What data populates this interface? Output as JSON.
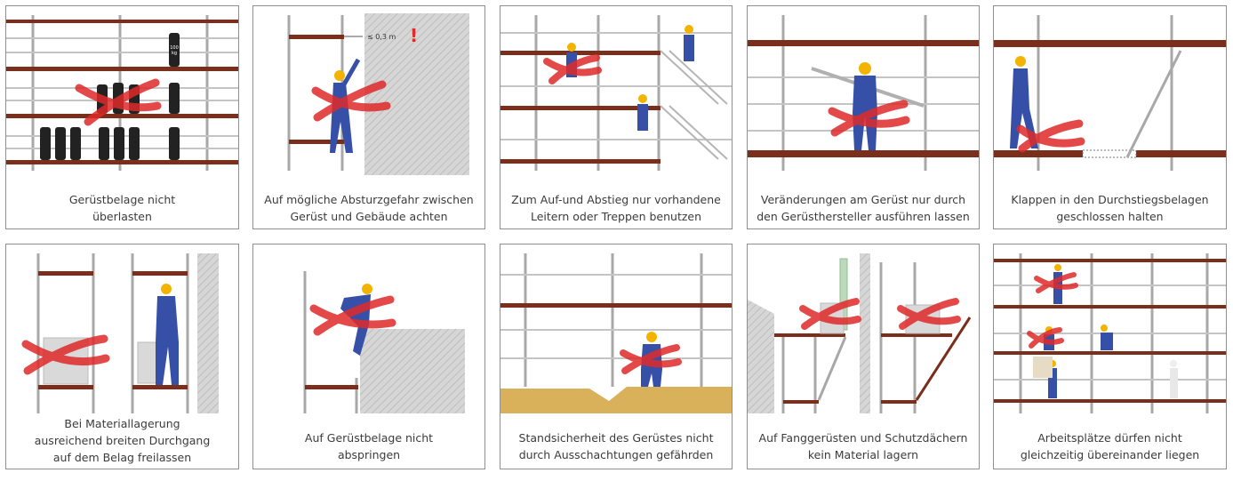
{
  "cards": [
    {
      "lines": [
        "Gerüstbelage nicht",
        "überlasten"
      ],
      "labels": {
        "weight": "100",
        "unit": "kg"
      }
    },
    {
      "lines": [
        "Auf mögliche Absturzgefahr zwischen",
        "Gerüst und Gebäude achten"
      ],
      "labels": {
        "gap": "≤ 0,3 m",
        "alert": "!"
      }
    },
    {
      "lines": [
        "Zum Auf-und Abstieg nur vorhandene",
        "Leitern oder Treppen benutzen"
      ]
    },
    {
      "lines": [
        "Veränderungen am Gerüst nur durch",
        "den Gerüsthersteller ausführen lassen"
      ]
    },
    {
      "lines": [
        "Klappen in den Durchstiegsbelagen",
        "geschlossen halten"
      ]
    },
    {
      "lines": [
        "Bei Materiallagerung",
        "ausreichend breiten Durchgang",
        "auf dem Belag freilassen"
      ]
    },
    {
      "lines": [
        "Auf Gerüstbelage nicht",
        "abspringen"
      ]
    },
    {
      "lines": [
        "Standsicherheit des Gerüstes nicht",
        "durch Ausschachtungen gefährden"
      ]
    },
    {
      "lines": [
        "Auf Fanggerüsten und Schutzdächern",
        "kein Material lagern"
      ]
    },
    {
      "lines": [
        "Arbeitsplätze dürfen nicht",
        "gleichzeitig übereinander liegen"
      ]
    }
  ],
  "colors": {
    "plank": "#7a2e1c",
    "steel": "#a8a8a8",
    "worker": "#3550a6",
    "helmet": "#f2b400",
    "cross": "#e02a2a",
    "border": "#8f8f8f",
    "text": "#3b3b3b",
    "ground": "#d8b15a",
    "wall": "#cfcfcf"
  }
}
